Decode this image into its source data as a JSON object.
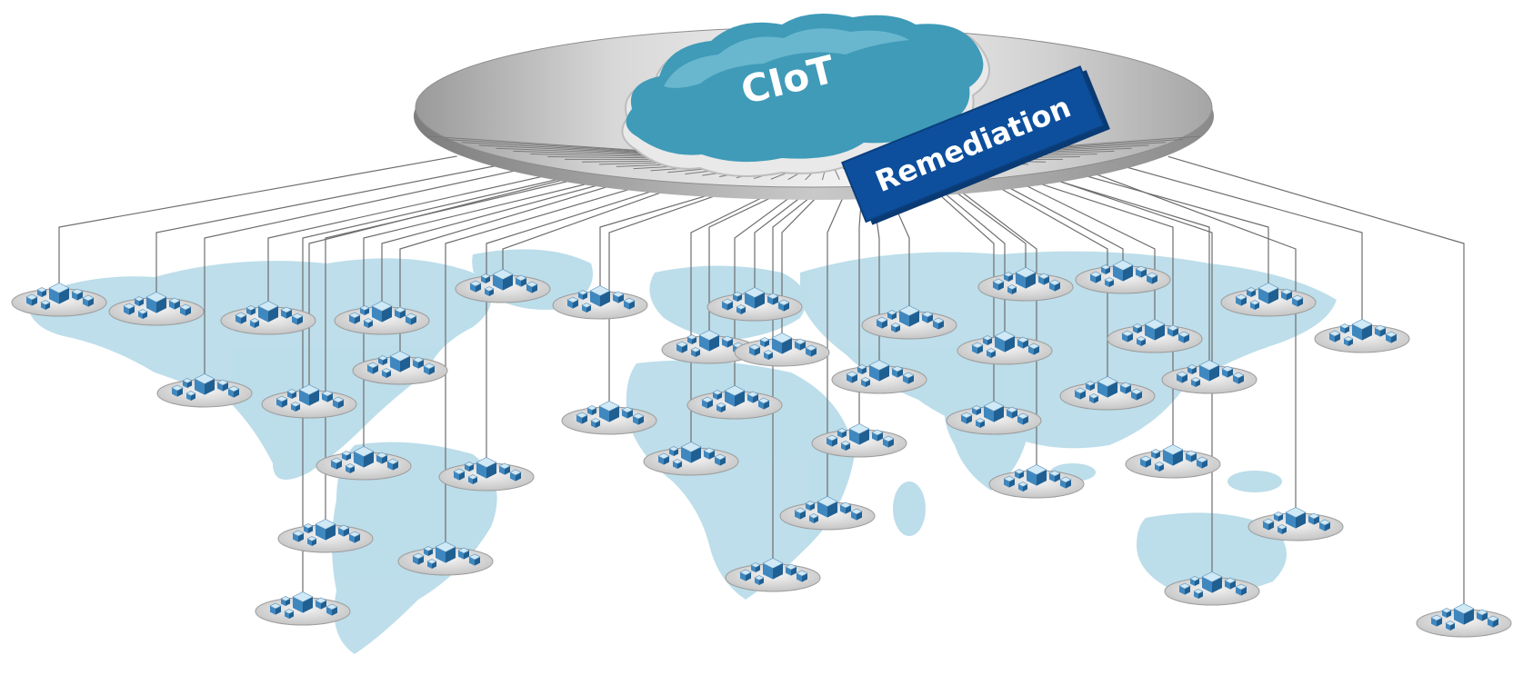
{
  "cloud": {
    "label": "CIoT"
  },
  "remediation": {
    "label": "Remediation"
  },
  "icons": {
    "node": "server-cluster-icon",
    "map": "world-map"
  },
  "colors": {
    "cloud_fill": "#3f9bb8",
    "cloud_light": "#7cc3d8",
    "banner_fill": "#0d4f9c",
    "map_fill": "#b7dbe8",
    "disc_fill": "#cfcfcf",
    "wire": "#6b6b6b",
    "node_blue": "#2f7fb8"
  }
}
